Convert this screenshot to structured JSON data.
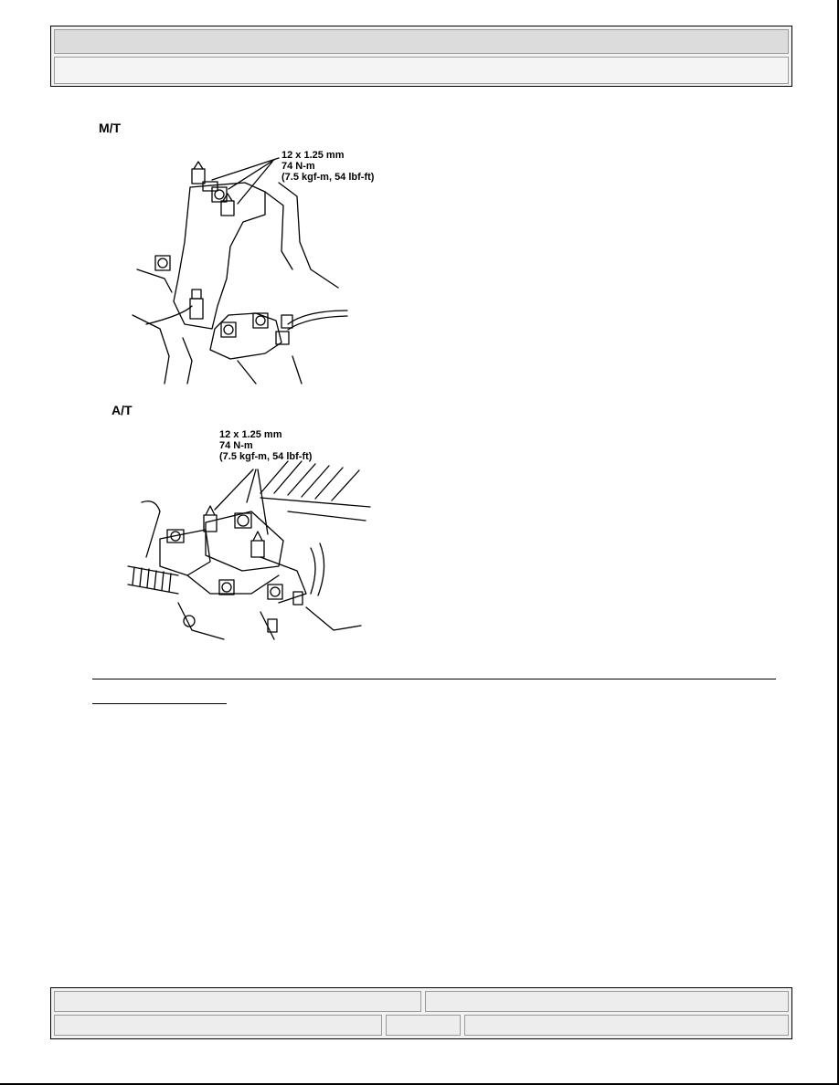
{
  "header": {
    "row1": "",
    "row2": ""
  },
  "figures": {
    "mt": {
      "label": "M/T",
      "callout": [
        "12 x 1.25 mm",
        "74 N-m",
        "(7.5 kgf-m, 54 lbf-ft)"
      ]
    },
    "at": {
      "label": "A/T",
      "callout": [
        "12 x 1.25 mm",
        "74 N-m",
        "(7.5 kgf-m, 54 lbf-ft)"
      ]
    }
  },
  "footer": {
    "cell1": "",
    "cell2": "",
    "cell3": "",
    "cell4": "",
    "cell5": ""
  }
}
